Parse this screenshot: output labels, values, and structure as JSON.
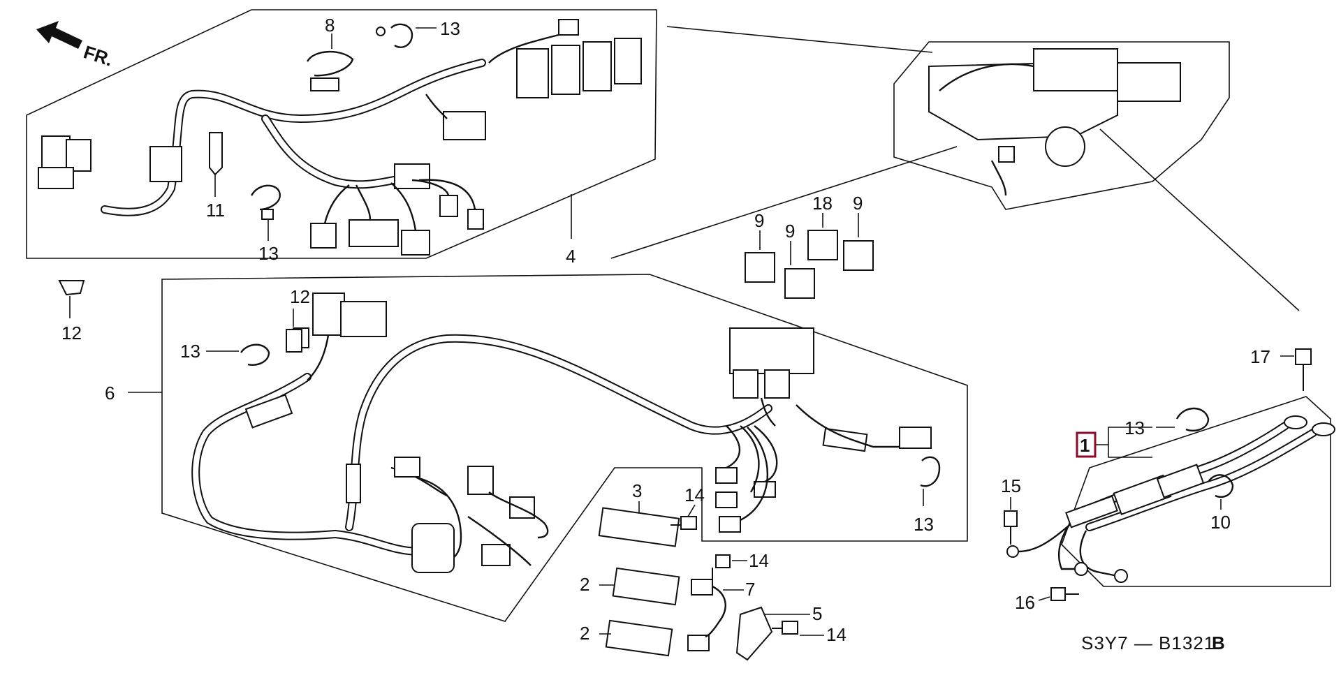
{
  "diagram": {
    "direction_label": "FR.",
    "diagram_code": "S3Y7 — B1321",
    "diagram_revision": "B",
    "highlight_color": "#8b0a2a",
    "callouts": {
      "c1": "1",
      "c2a": "2",
      "c2b": "2",
      "c3": "3",
      "c4": "4",
      "c5": "5",
      "c6": "6",
      "c7": "7",
      "c8": "8",
      "c9a": "9",
      "c9b": "9",
      "c9c": "9",
      "c10": "10",
      "c11": "11",
      "c12a": "12",
      "c12b": "12",
      "c13a": "13",
      "c13b": "13",
      "c13c": "13",
      "c13d": "13",
      "c13e": "13",
      "c14a": "14",
      "c14b": "14",
      "c14c": "14",
      "c15": "15",
      "c16": "16",
      "c17": "17",
      "c18": "18"
    }
  }
}
